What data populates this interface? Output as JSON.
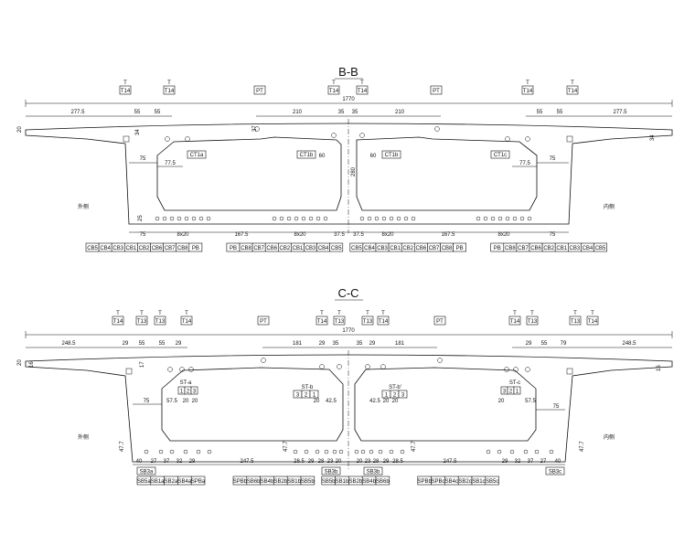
{
  "sections": [
    {
      "id": "bb",
      "title": "B-B",
      "total_width": "1770",
      "top_dims": [
        "277.5",
        "55",
        "55",
        "210",
        "35",
        "35",
        "210",
        "55",
        "55",
        "277.5"
      ],
      "inner_dims": [
        "75",
        "77.5",
        "60",
        "60",
        "77.5",
        "75"
      ],
      "vertical_dims": [
        "20",
        "34",
        "37",
        "280",
        "34",
        "25"
      ],
      "bottom_dims": [
        "75",
        "8x20",
        "167.5",
        "8x20",
        "37.5",
        "37.5",
        "8x20",
        "167.5",
        "8x20",
        "75"
      ],
      "tendon_tags": [
        "T14",
        "T14",
        "PT",
        "T14",
        "T14",
        "PT",
        "T14",
        "T14"
      ],
      "cable_labels": [
        "CT1a",
        "CT1b",
        "CT1b",
        "CT1c"
      ],
      "bottom_labels": [
        "CB5",
        "CB4",
        "CB3",
        "CB1",
        "CB2",
        "CB6",
        "CB7",
        "CB8",
        "PB",
        "PB",
        "CB8",
        "CB7",
        "CB6",
        "CB2",
        "CB1",
        "CB3",
        "CB4",
        "CB5",
        "CB5",
        "CB4",
        "CB3",
        "CB1",
        "CB2",
        "CB6",
        "CB7",
        "CB8",
        "PB",
        "PB",
        "CB8",
        "CB7",
        "CB6",
        "CB2",
        "CB1",
        "CB3",
        "CB4",
        "CB5"
      ],
      "side_notes": [
        "外侧",
        "内侧"
      ]
    },
    {
      "id": "cc",
      "title": "C-C",
      "total_width": "1770",
      "top_dims": [
        "248.5",
        "29",
        "55",
        "55",
        "29",
        "181",
        "29",
        "35",
        "35",
        "29",
        "181",
        "29",
        "55",
        "79",
        "248.5"
      ],
      "inner_dims": [
        "75",
        "57.5",
        "20",
        "20",
        "20",
        "42.5",
        "42.5",
        "20",
        "20",
        "20",
        "57.5",
        "75"
      ],
      "vertical_dims": [
        "20",
        "16",
        "17",
        "47.7",
        "47.7",
        "47.7",
        "47.7",
        "16"
      ],
      "bottom_dims": [
        "40",
        "27",
        "37",
        "32",
        "29",
        "247.5",
        "28.5",
        "29",
        "28",
        "23",
        "20",
        "20",
        "23",
        "28",
        "29",
        "28.5",
        "247.5",
        "29",
        "32",
        "37",
        "27",
        "40"
      ],
      "tendon_tags": [
        "T14",
        "T13",
        "T13",
        "T14",
        "PT",
        "T14",
        "T13",
        "T13",
        "T14",
        "PT",
        "T14",
        "T13",
        "T13",
        "T14"
      ],
      "st_labels": [
        "ST-a",
        "ST-b",
        "ST-b'",
        "ST-c"
      ],
      "st_boxes": [
        [
          "1",
          "2",
          "3"
        ],
        [
          "3",
          "2",
          "1"
        ],
        [
          "1",
          "2",
          "3"
        ],
        [
          "3",
          "2",
          "1"
        ]
      ],
      "sb_top": [
        "SB3a",
        "SB3b",
        "SB3b",
        "SB3c"
      ],
      "bottom_labels": [
        "SB5a",
        "SB1a",
        "SB2a",
        "SB4a",
        "SPBa",
        "SPBb",
        "SB6b",
        "SB4b",
        "SB2b",
        "SB1b",
        "SB5b",
        "SB5b",
        "SB1b",
        "SB2b",
        "SB4b",
        "SB6b",
        "SPBb",
        "SPBc",
        "SB4c",
        "SB2c",
        "SB1c",
        "SB5c"
      ],
      "side_notes": [
        "外侧",
        "内侧"
      ]
    }
  ]
}
